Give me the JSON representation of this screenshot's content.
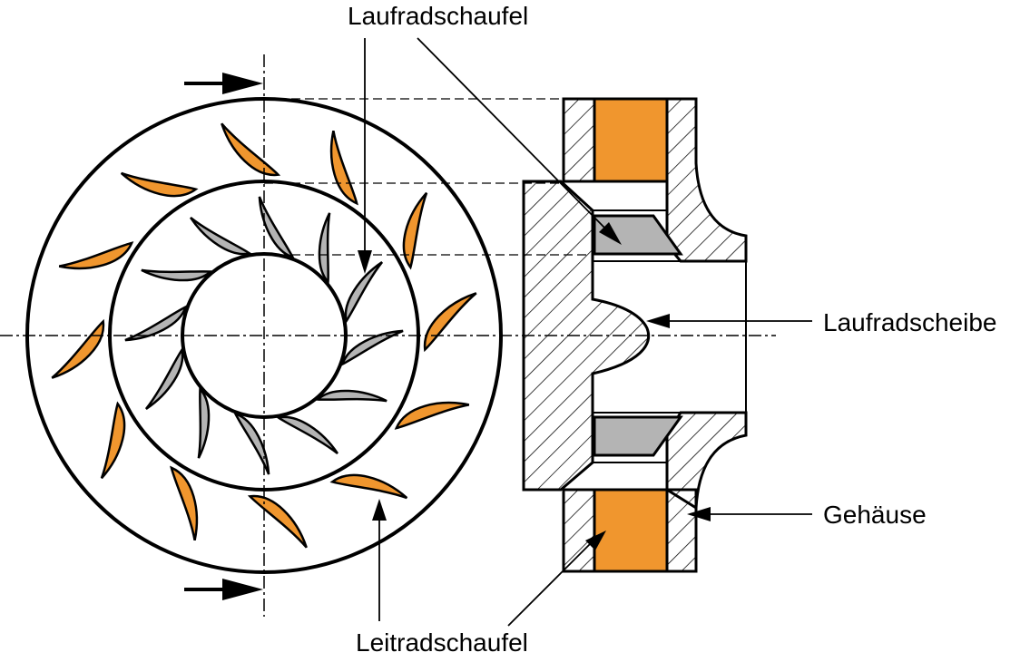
{
  "labels": {
    "impeller_blade": "Laufradschaufel",
    "impeller_disk": "Laufradscheibe",
    "housing": "Gehäuse",
    "guide_vane": "Leitradschaufel"
  },
  "colors": {
    "guide_vane_fill": "#f0962e",
    "impeller_blade_fill": "#b4b4b4",
    "line": "#000000",
    "background": "#ffffff"
  },
  "counts": {
    "guide_vanes": 12,
    "impeller_blades": 12
  }
}
